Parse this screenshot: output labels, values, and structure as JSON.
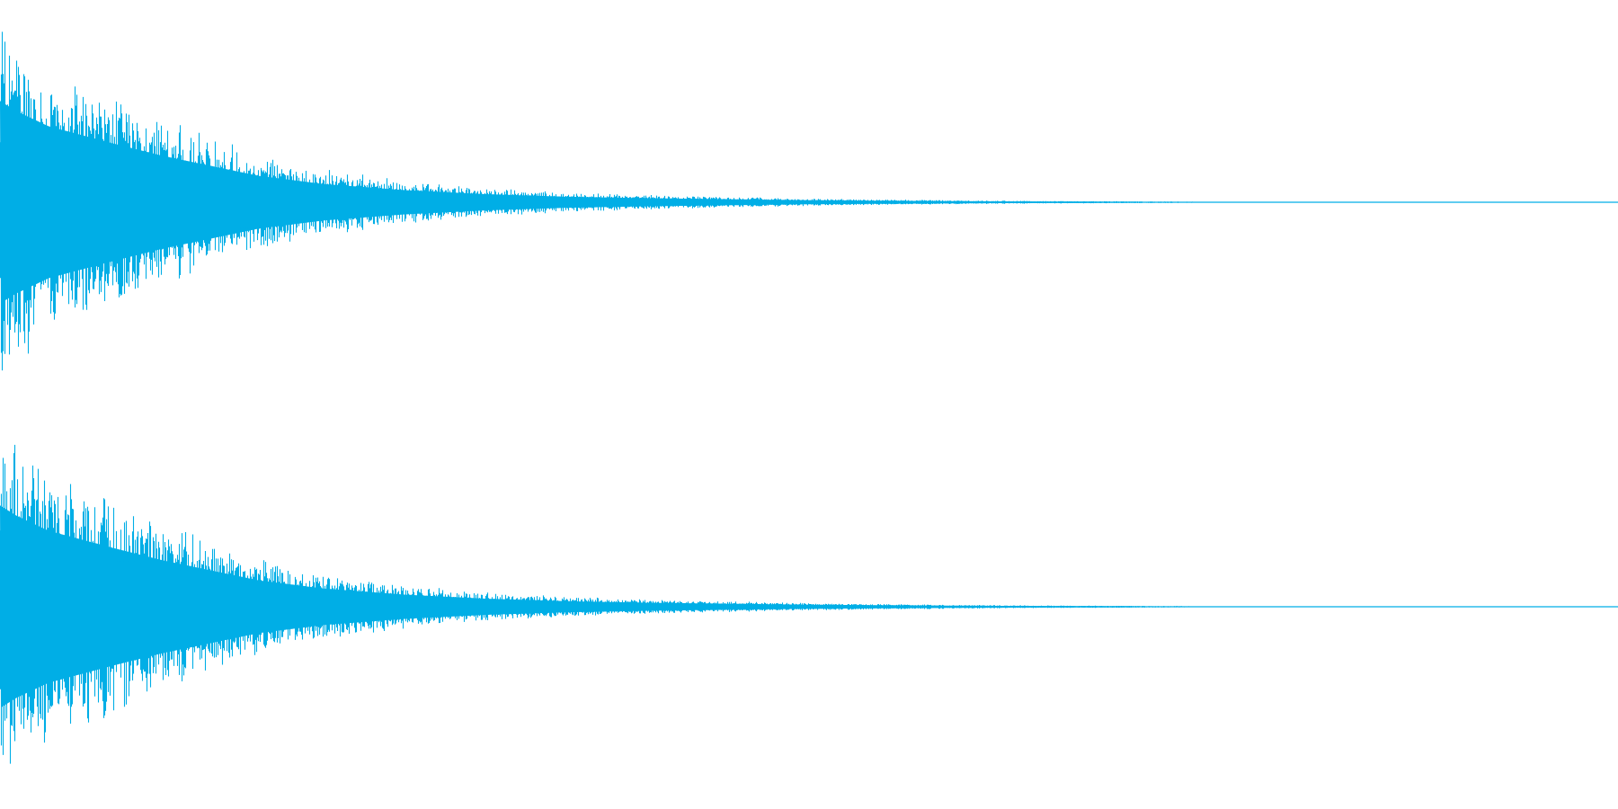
{
  "waveform": {
    "color": "#00aee6",
    "background": "#ffffff",
    "channels": [
      {
        "name": "channel-1",
        "envelope": [
          [
            0.0,
            1.0
          ],
          [
            0.01,
            0.9
          ],
          [
            0.03,
            0.75
          ],
          [
            0.07,
            0.58
          ],
          [
            0.1,
            0.46
          ],
          [
            0.13,
            0.36
          ],
          [
            0.16,
            0.26
          ],
          [
            0.2,
            0.18
          ],
          [
            0.25,
            0.12
          ],
          [
            0.3,
            0.08
          ],
          [
            0.35,
            0.055
          ],
          [
            0.4,
            0.04
          ],
          [
            0.45,
            0.03
          ],
          [
            0.5,
            0.02
          ],
          [
            0.55,
            0.015
          ],
          [
            0.6,
            0.01
          ],
          [
            0.65,
            0.007
          ],
          [
            0.7,
            0.005
          ],
          [
            0.74,
            0.003
          ],
          [
            0.78,
            0.0
          ]
        ]
      },
      {
        "name": "channel-2",
        "envelope": [
          [
            0.0,
            1.0
          ],
          [
            0.01,
            0.9
          ],
          [
            0.03,
            0.75
          ],
          [
            0.07,
            0.58
          ],
          [
            0.1,
            0.46
          ],
          [
            0.13,
            0.36
          ],
          [
            0.16,
            0.26
          ],
          [
            0.2,
            0.18
          ],
          [
            0.25,
            0.12
          ],
          [
            0.3,
            0.08
          ],
          [
            0.35,
            0.055
          ],
          [
            0.4,
            0.04
          ],
          [
            0.45,
            0.03
          ],
          [
            0.5,
            0.02
          ],
          [
            0.55,
            0.015
          ],
          [
            0.6,
            0.01
          ],
          [
            0.65,
            0.007
          ],
          [
            0.7,
            0.005
          ],
          [
            0.74,
            0.003
          ],
          [
            0.78,
            0.0
          ]
        ]
      }
    ]
  }
}
